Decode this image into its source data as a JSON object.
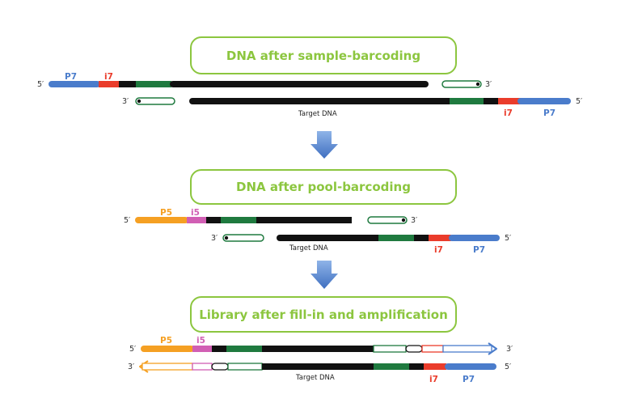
{
  "colors": {
    "title_text": "#8cc63f",
    "title_border": "#8cc63f",
    "p7": "#4a7ccb",
    "i7": "#ea3c2b",
    "p5": "#f5a023",
    "i5": "#d15fb4",
    "dna_core": "#111111",
    "dna_green": "#1f7a3f",
    "arrow": "#4a7ccb"
  },
  "labels": {
    "five_prime": "5′",
    "three_prime": "3′",
    "p7": "P7",
    "i7": "i7",
    "p5": "P5",
    "i5": "i5",
    "target_dna": "Target DNA"
  },
  "stages": [
    {
      "title": "DNA after sample-barcoding"
    },
    {
      "title": "DNA after pool-barcoding"
    },
    {
      "title": "Library after fill-in and amplification"
    }
  ]
}
